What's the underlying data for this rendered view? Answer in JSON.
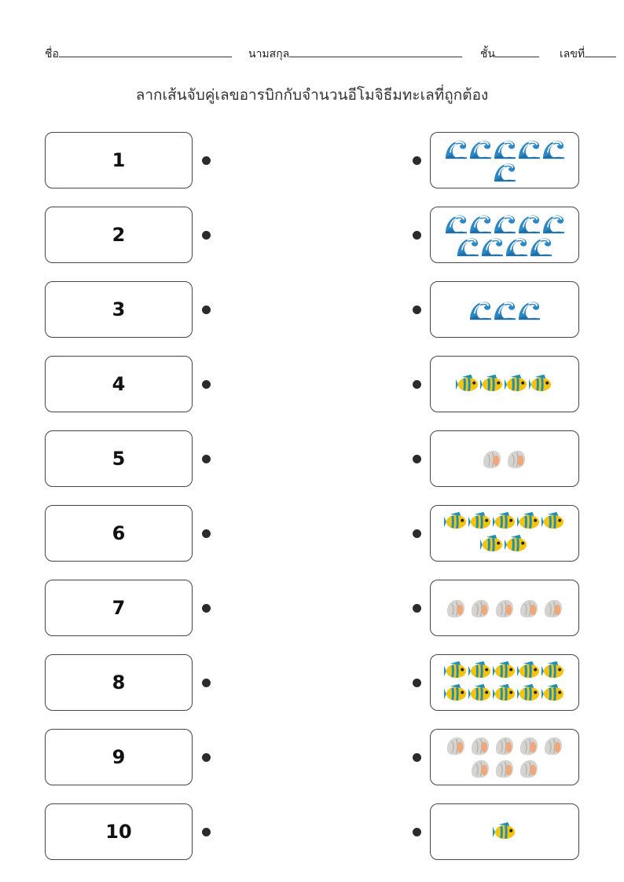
{
  "header": {
    "name_label": "ชื่อ",
    "surname_label": "นามสกุล",
    "class_label": "ชั้น",
    "number_label": "เลขที่"
  },
  "instruction": "ลากเส้นจับคู่เลขอารบิกกับจำนวนอีโมจิธีมทะเลที่ถูกต้อง",
  "numbers": [
    "1",
    "2",
    "3",
    "4",
    "5",
    "6",
    "7",
    "8",
    "9",
    "10"
  ],
  "emoji_boxes": [
    {
      "icon": "wave-icon",
      "count": 6
    },
    {
      "icon": "wave-icon",
      "count": 9
    },
    {
      "icon": "wave-icon",
      "count": 3
    },
    {
      "icon": "fish-icon",
      "count": 4
    },
    {
      "icon": "shell-icon",
      "count": 2
    },
    {
      "icon": "fish-icon",
      "count": 7
    },
    {
      "icon": "shell-icon",
      "count": 5
    },
    {
      "icon": "fish-icon",
      "count": 10
    },
    {
      "icon": "shell-icon",
      "count": 8
    },
    {
      "icon": "fish-icon",
      "count": 1
    }
  ],
  "colors": {
    "wave": "#2d87c4",
    "wave_foam": "#ffffff",
    "fish_body": "#f2c40f",
    "fish_stripe": "#1e8fb4",
    "shell": "#d6d4d0",
    "shell_inner": "#f0a77a"
  }
}
